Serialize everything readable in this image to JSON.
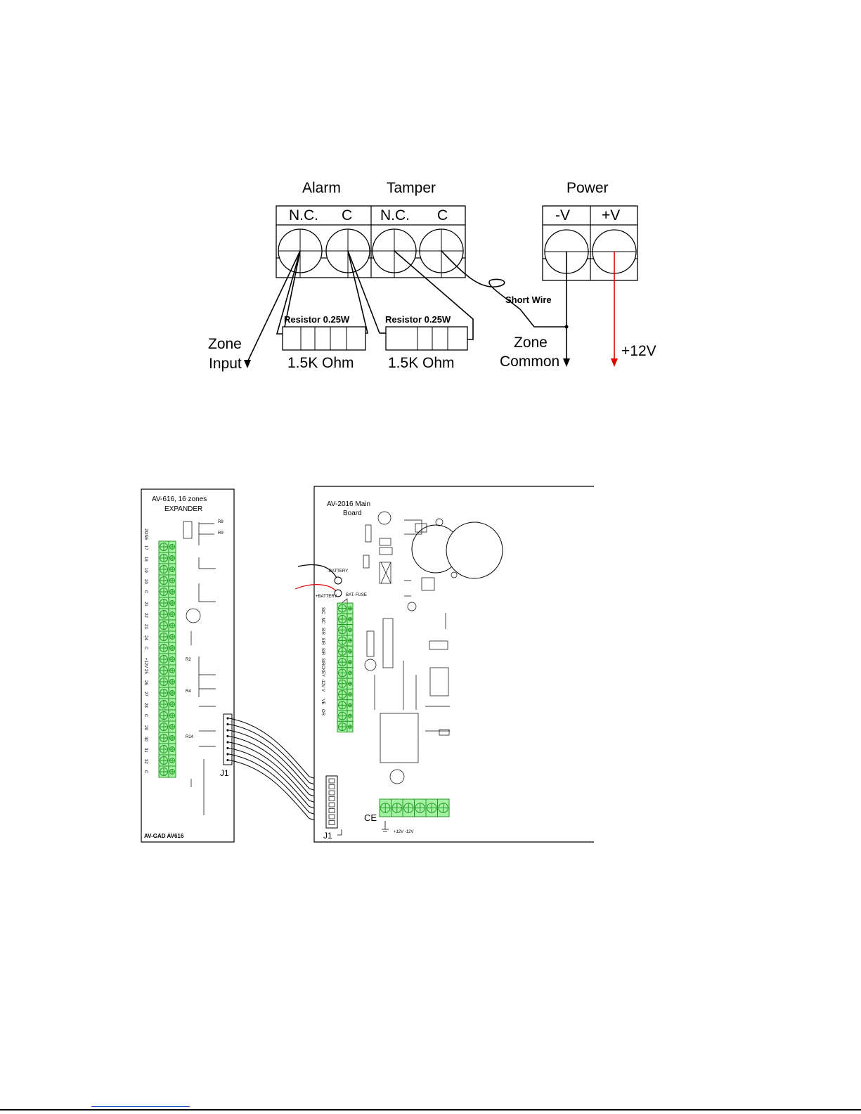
{
  "wiring": {
    "group_alarm": "Alarm",
    "group_tamper": "Tamper",
    "group_power": "Power",
    "term_nc1": "N.C.",
    "term_c1": "C",
    "term_nc2": "N.C.",
    "term_c2": "C",
    "term_neg": "-V",
    "term_pos": "+V",
    "resistor1_label": "Resistor 0.25W",
    "resistor1_value": "1.5K Ohm",
    "resistor2_label": "Resistor 0.25W",
    "resistor2_value": "1.5K Ohm",
    "short_wire": "Short Wire",
    "zone_input_1": "Zone",
    "zone_input_2": "Input",
    "zone_common_1": "Zone",
    "zone_common_2": "Common",
    "plus12v": "+12V",
    "colors": {
      "positive_wire": "#e00000",
      "terminal_green": "#a6f0a6"
    }
  },
  "expander": {
    "title_1": "AV-616, 16 zones",
    "title_2": "EXPANDER",
    "connector": "J1",
    "footer": "AV-GAD AV616",
    "column_label": "ZONE",
    "zones": [
      "17",
      "18",
      "19",
      "20",
      "C",
      "21",
      "22",
      "23",
      "24",
      "C",
      "+12V",
      "25",
      "26",
      "27",
      "28",
      "C",
      "29",
      "30",
      "31",
      "32",
      "C"
    ]
  },
  "mainboard": {
    "title_1": "AV-2016 Main",
    "title_2": "Board",
    "battery_neg": "-BATTERY",
    "battery_pos": "+BATTERY",
    "bat_fuse": "BAT. FUSE",
    "connector": "J1",
    "ce_mark": "CE",
    "power_terms": "+12V  -12V",
    "terminal_labels": [
      "SIC",
      "NC",
      "SIR",
      "SIR",
      "SIR",
      "SIRC",
      "KEY",
      "-12V",
      "V",
      "VE",
      "OR"
    ]
  }
}
